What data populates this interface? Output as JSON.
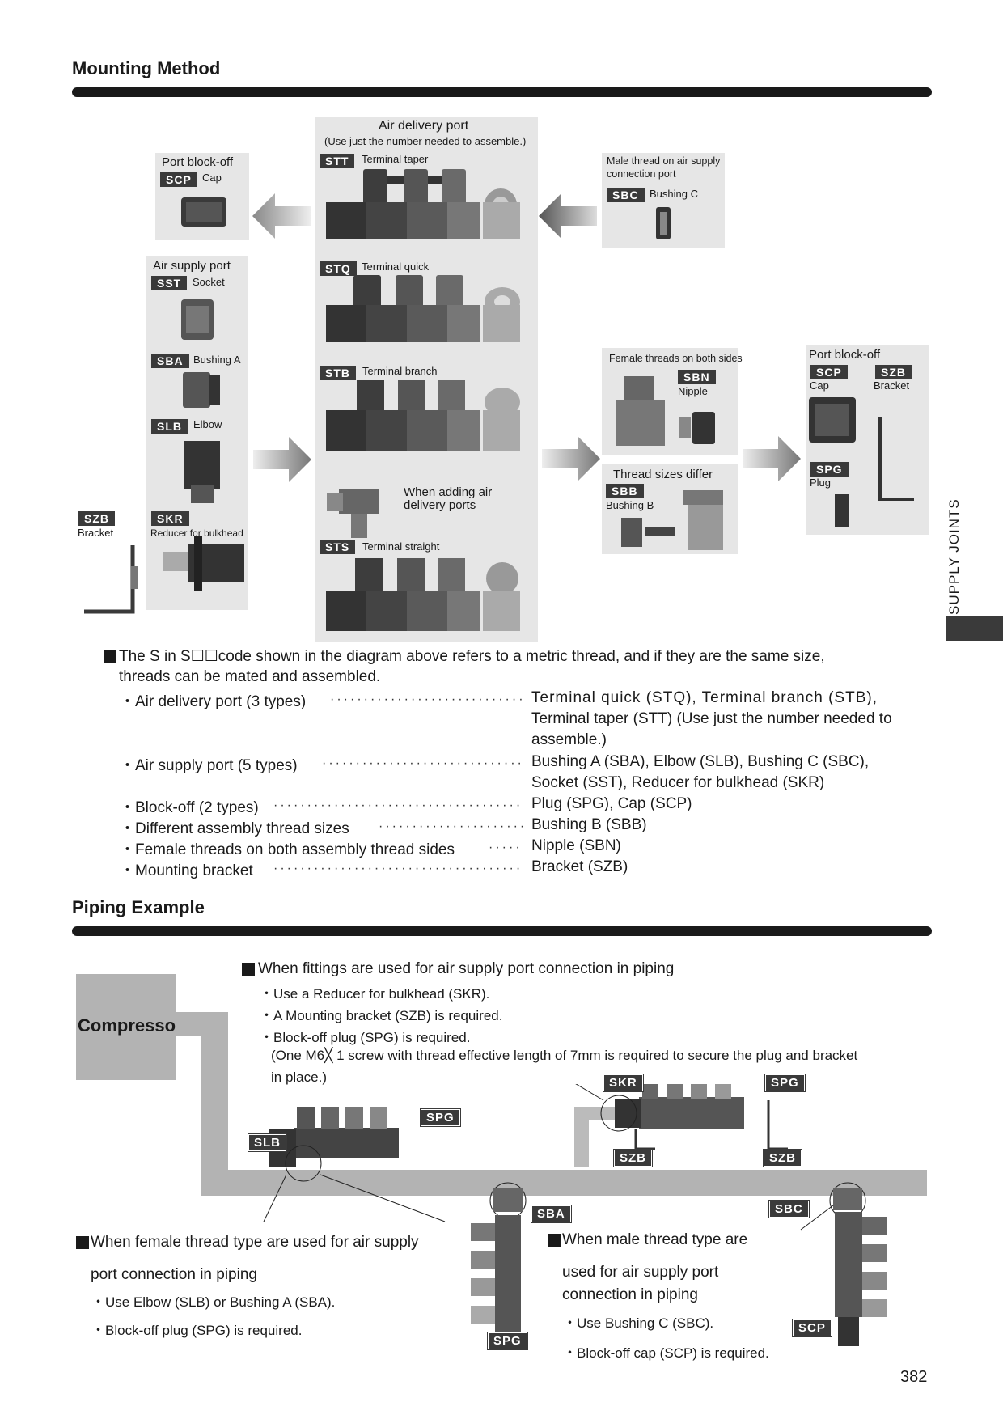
{
  "mounting": {
    "title": "Mounting Method",
    "air_delivery_port": "Air delivery port",
    "air_delivery_note": "(Use just the number needed to assemble.)",
    "stt_code": "STT",
    "stt_label": "Terminal taper",
    "stq_code": "STQ",
    "stq_label": "Terminal quick",
    "stb_code": "STB",
    "stb_label": "Terminal branch",
    "sts_code": "STS",
    "sts_label": "Terminal straight",
    "adding_ports": "When adding air\ndelivery ports",
    "port_blockoff_left": "Port block-off",
    "scp_code": "SCP",
    "scp_label": "Cap",
    "air_supply_port": "Air supply port",
    "sst_code": "SST",
    "sst_label": "Socket",
    "sba_code": "SBA",
    "sba_label": "Bushing A",
    "slb_code": "SLB",
    "slb_label": "Elbow",
    "skr_code": "SKR",
    "skr_label": "Reducer for bulkhead",
    "szb_code": "SZB",
    "szb_label": "Bracket",
    "male_thread": "Male thread on air supply\nconnection port",
    "sbc_code": "SBC",
    "sbc_label": "Bushing C",
    "female_threads": "Female threads on both sides",
    "sbn_code": "SBN",
    "sbn_label": "Nipple",
    "thread_sizes": "Thread sizes differ",
    "sbb_code": "SBB",
    "sbb_label": "Bushing B",
    "port_blockoff_right": "Port block-off",
    "scp2_code": "SCP",
    "scp2_label": "Cap",
    "szb2_code": "SZB",
    "szb2_label": "Bracket",
    "spg_code": "SPG",
    "spg_label": "Plug"
  },
  "notes": {
    "intro_1": "The S in S☐☐code shown in the diagram above refers to a metric thread, and if they are the same size,",
    "intro_2": "threads can be mated and assembled.",
    "items": [
      {
        "name": "・Air delivery port (3 types)",
        "value": [
          "Terminal quick (STQ), Terminal branch (STB),",
          "Terminal taper (STT) (Use just the number needed to",
          "assemble.)"
        ]
      },
      {
        "name": "・Air supply port (5 types)",
        "value": [
          "Bushing A (SBA), Elbow (SLB), Bushing C (SBC),",
          "Socket (SST), Reducer for bulkhead (SKR)"
        ]
      },
      {
        "name": "・Block-off (2 types)",
        "value": [
          "Plug (SPG), Cap (SCP)"
        ]
      },
      {
        "name": "・Different assembly thread sizes",
        "value": [
          "Bushing B (SBB)"
        ]
      },
      {
        "name": "・Female threads on both assembly thread sides",
        "value": [
          "Nipple (SBN)"
        ]
      },
      {
        "name": "・Mounting bracket",
        "value": [
          "Bracket (SZB)"
        ]
      }
    ]
  },
  "piping": {
    "title": "Piping Example",
    "compressor": "Compressor",
    "fittings_head": "When fittings are used for air supply port connection in piping",
    "fittings_1": "・Use a Reducer for bulkhead (SKR).",
    "fittings_2": "・A Mounting bracket (SZB) is required.",
    "fittings_3": "・Block-off plug (SPG) is required.",
    "fittings_4": "(One M6╳ 1 screw with thread effective length of 7mm is required to secure the plug and bracket",
    "fittings_5": "in place.)",
    "female_head": "When female thread type are used for air supply",
    "female_head2": "port connection in piping",
    "female_1": "・Use Elbow (SLB) or Bushing A (SBA).",
    "female_2": "・Block-off plug (SPG) is required.",
    "male_head": "When male thread type are",
    "male_head2": "used for air supply port",
    "male_head3": "connection in piping",
    "male_1": "・Use Bushing C (SBC).",
    "male_2": "・Block-off cap (SCP) is required.",
    "tag_skr": "SKR",
    "tag_spg1": "SPG",
    "tag_spg2": "SPG",
    "tag_slb": "SLB",
    "tag_szb1": "SZB",
    "tag_szb2": "SZB",
    "tag_sba": "SBA",
    "tag_sbc": "SBC",
    "tag_spg3": "SPG",
    "tag_scp": "SCP"
  },
  "side_label": "SUPPLY JOINTS",
  "page_number": "382"
}
